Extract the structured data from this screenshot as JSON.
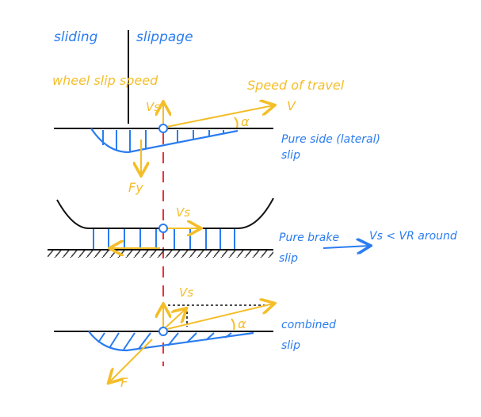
{
  "labels": {
    "sliding": "sliding",
    "slippage": "slippage",
    "wheel_slip_speed": "wheel slip speed",
    "speed_of_travel": "Speed of travel",
    "v": "V",
    "vs": "Vs",
    "alpha": "α",
    "fy": "Fy",
    "f": "F"
  },
  "sections": {
    "side": {
      "line1": "Pure side (lateral)",
      "line2": "slip"
    },
    "brake": {
      "line1": "Pure brake",
      "line2": "slip",
      "note": "Vs < VR around"
    },
    "combined": {
      "line1": "combined",
      "line2": "slip"
    }
  },
  "colors": {
    "blue": "#2a7cf0",
    "yellow": "#f4be2a",
    "red": "#e8333a",
    "black": "#111111"
  }
}
